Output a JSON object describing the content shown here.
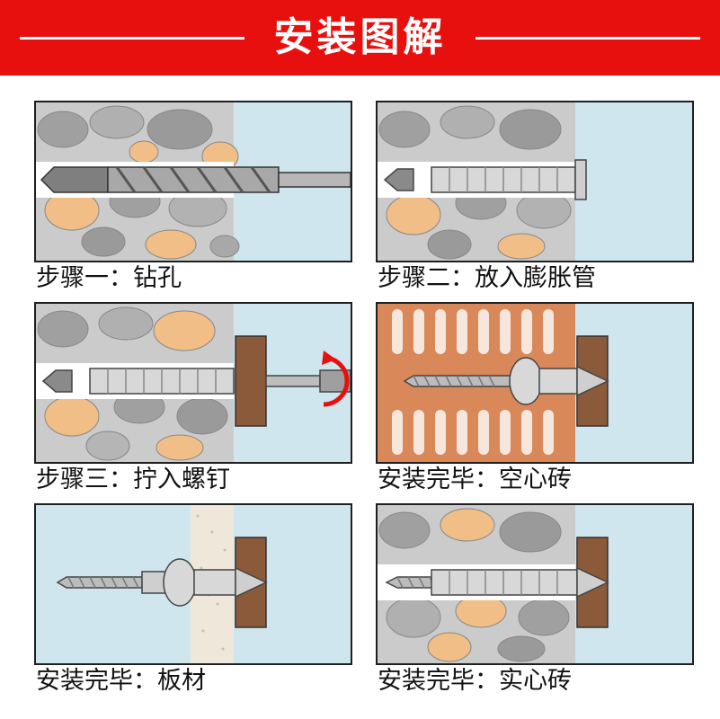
{
  "header": {
    "title": "安装图解"
  },
  "steps": [
    {
      "caption": "步骤一：钻孔"
    },
    {
      "caption": "步骤二：放入膨胀管"
    },
    {
      "caption": "步骤三：拧入螺钉"
    },
    {
      "caption": "安装完毕：空心砖"
    },
    {
      "caption": "安装完毕：板材"
    },
    {
      "caption": "安装完毕：实心砖"
    }
  ],
  "colors": {
    "banner": "#e8100e",
    "wall_gray": "#c9c9c9",
    "stone_gray": "#9a9a9a",
    "stone_orange": "#f0be86",
    "sky": "#cfe6ef",
    "wood": "#8a5a3a",
    "brick": "#d9885a",
    "plastic": "#d8d8d8"
  }
}
